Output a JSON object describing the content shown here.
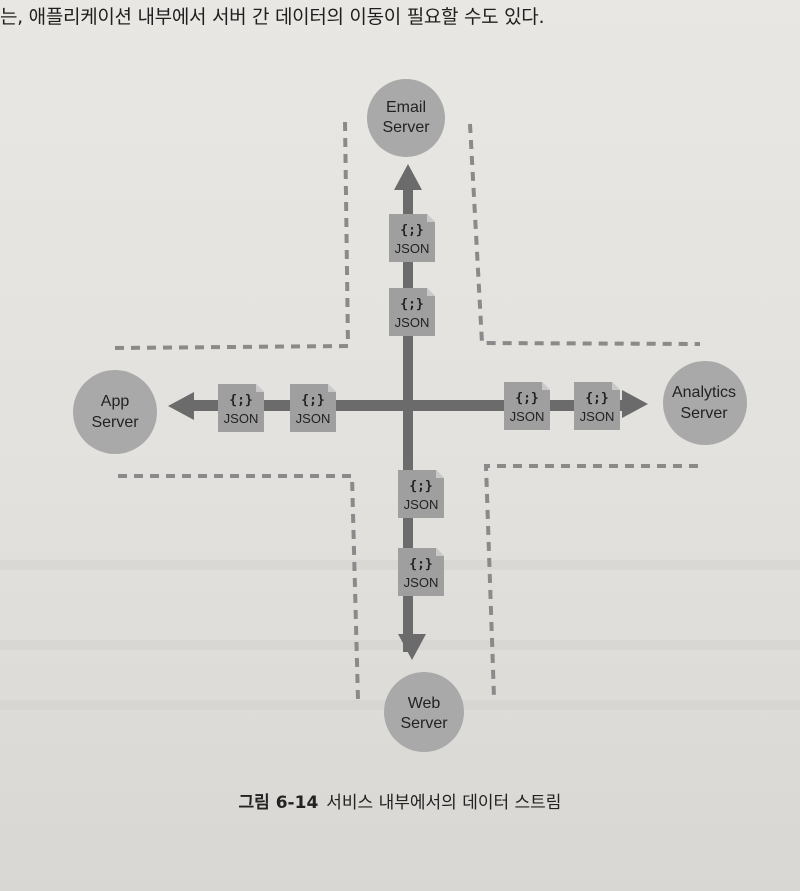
{
  "text": {
    "top_line": "는, 애플리케이션 내부에서 서버 간 데이터의 이동이 필요할 수도 있다.",
    "caption_number": "그림 6-14",
    "caption_title": "서비스 내부에서의 데이터 스트림"
  },
  "nodes": {
    "email": [
      "Email",
      "Server"
    ],
    "app": [
      "App",
      "Server"
    ],
    "analytics": [
      "Analytics",
      "Server"
    ],
    "web": [
      "Web",
      "Server"
    ]
  },
  "json_doc": {
    "symbol": "{;}",
    "label": "JSON"
  },
  "colors": {
    "node_fill": "#a9a9a9",
    "arrow": "#6b6b6b",
    "doc_fill": "#9f9f9f",
    "dashes": "#8a8a8a"
  }
}
